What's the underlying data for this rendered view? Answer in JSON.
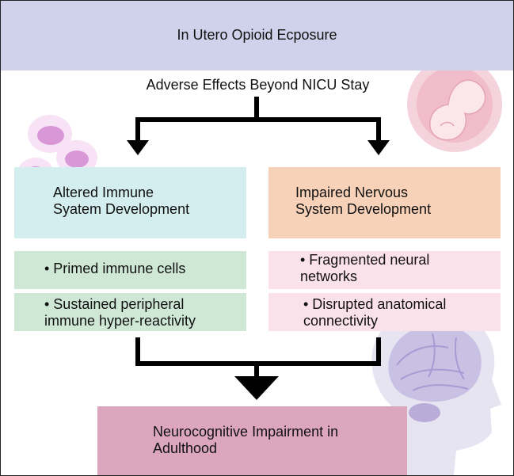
{
  "title": "In Utero Opioid Ecposure",
  "subtitle": "Adverse Effects Beyond NICU Stay",
  "immune": {
    "heading_line1": "Altered Immune",
    "heading_line2": "Syatem Development",
    "bullets": [
      {
        "line1": "• Primed immune cells",
        "line2": ""
      },
      {
        "line1": "• Sustained peripheral",
        "line2": "immune hyper-reactivity"
      }
    ]
  },
  "nervous": {
    "heading_line1": "Impaired Nervous",
    "heading_line2": "System Development",
    "bullets": [
      {
        "line1": "• Fragmented neural",
        "line2": "networks"
      },
      {
        "line1": "• Disrupted anatomical",
        "line2": "connectivity"
      }
    ]
  },
  "outcome": {
    "line1": "Neurocognitive Impairment in",
    "line2": "Adulthood"
  },
  "colors": {
    "title_band": "#cfd2ea",
    "immune_heading": "#d4edef",
    "nervous_heading": "#f8d2b8",
    "immune_bullets": "#cfe8d6",
    "nervous_bullets": "#fbe1ea",
    "outcome": "#dba6be",
    "arrow": "#000000"
  },
  "icons": [
    "fetus-in-womb-icon",
    "immune-cells-icon",
    "human-head-brain-icon"
  ]
}
